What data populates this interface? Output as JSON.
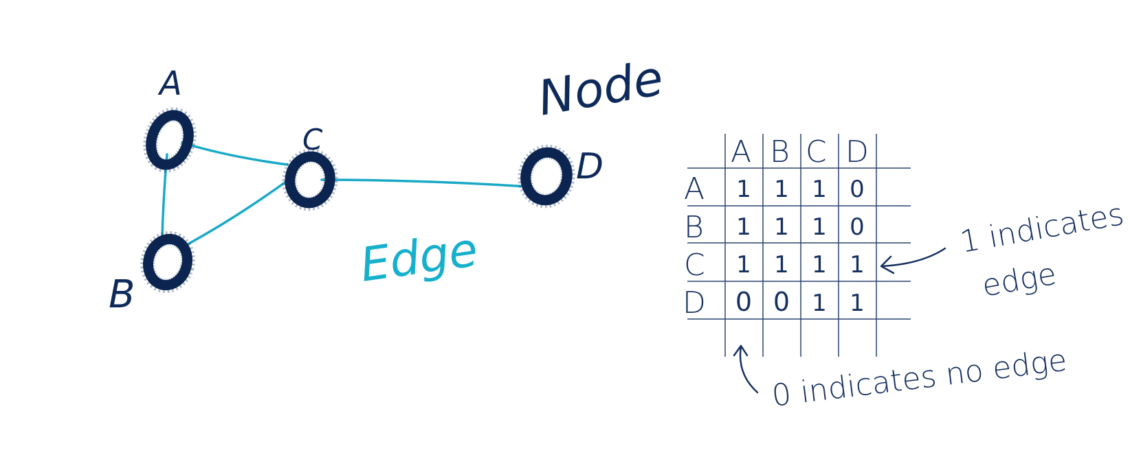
{
  "graph": {
    "nodes": [
      {
        "id": "A",
        "label": "A"
      },
      {
        "id": "B",
        "label": "B"
      },
      {
        "id": "C",
        "label": "C"
      },
      {
        "id": "D",
        "label": "D"
      }
    ],
    "edges": [
      [
        "A",
        "B"
      ],
      [
        "A",
        "C"
      ],
      [
        "B",
        "C"
      ],
      [
        "C",
        "D"
      ]
    ],
    "node_annotation": "Node",
    "edge_annotation": "Edge",
    "colors": {
      "node": "#0e2a5a",
      "edge": "#17b0cc",
      "annotation_edge": "#17b0cc",
      "ink": "#16305f"
    }
  },
  "matrix": {
    "col_headers": [
      "A",
      "B",
      "C",
      "D"
    ],
    "row_headers": [
      "A",
      "B",
      "C",
      "D"
    ],
    "cells": [
      [
        "1",
        "1",
        "1",
        "0"
      ],
      [
        "1",
        "1",
        "1",
        "0"
      ],
      [
        "1",
        "1",
        "1",
        "1"
      ],
      [
        "0",
        "0",
        "1",
        "1"
      ]
    ]
  },
  "annotations": {
    "one_line1": "1 indicates",
    "one_line2": "edge",
    "zero": "0 indicates no edge"
  }
}
